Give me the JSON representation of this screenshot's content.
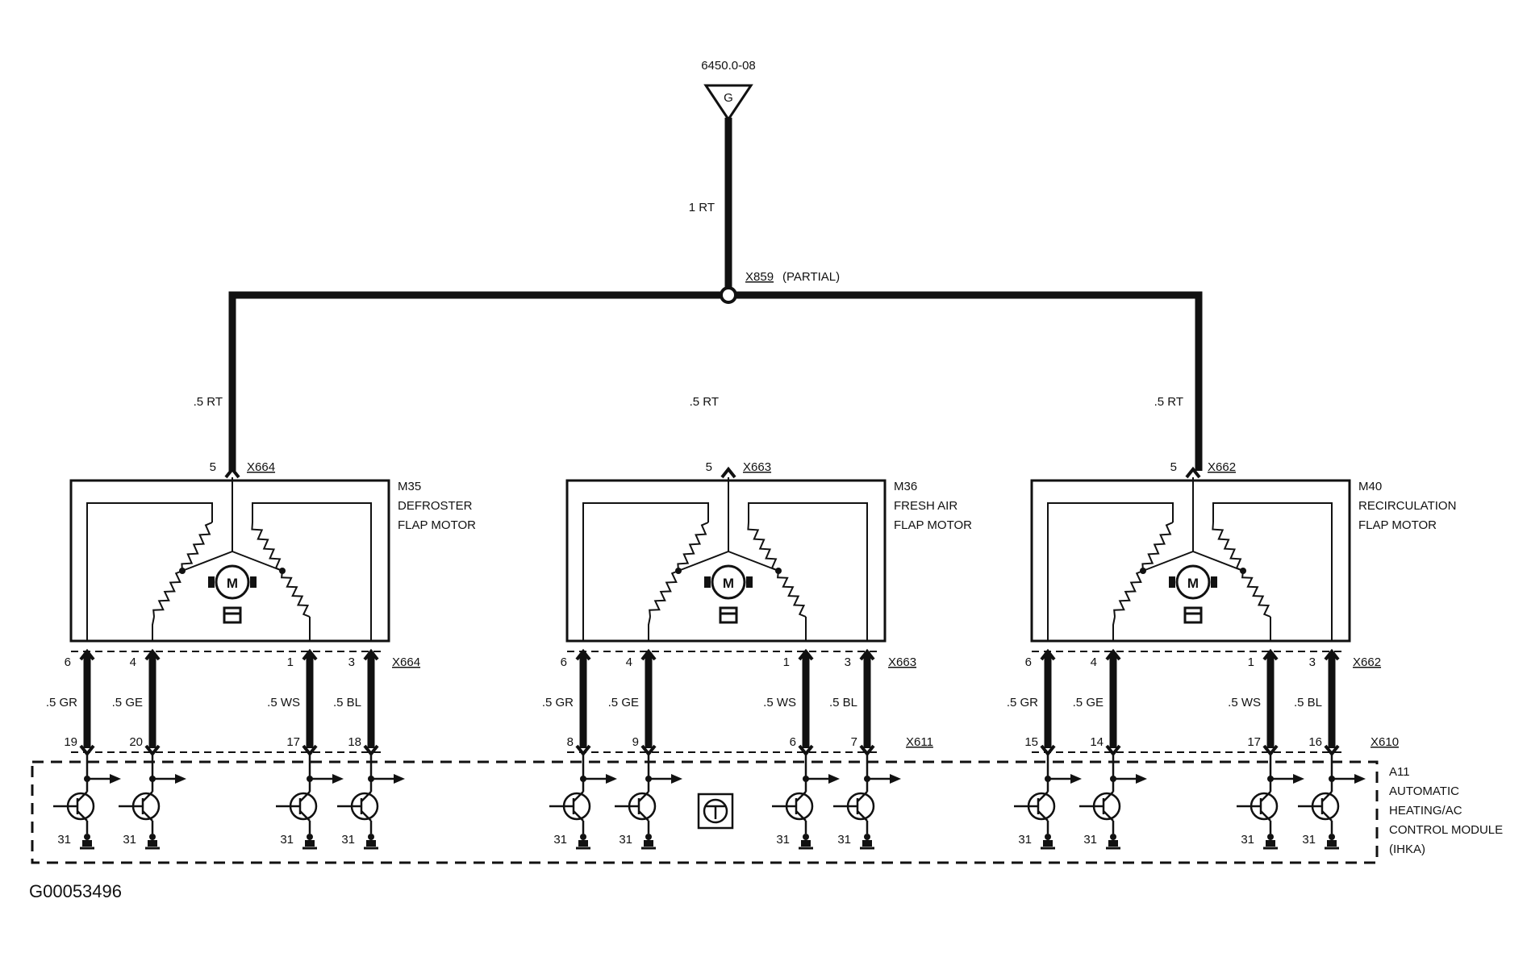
{
  "source": {
    "ref": "6450.0-08",
    "glyph": "G"
  },
  "feed_wire": "1 RT",
  "splice": {
    "name": "X859",
    "suffix": "(PARTIAL)"
  },
  "motors": [
    {
      "id": "M35",
      "line1": "DEFROSTER",
      "line2": "FLAP MOTOR",
      "supply_wire": ".5 RT",
      "supply_pin": "5",
      "motor_connector": "X664",
      "module_connector": "",
      "pins": [
        {
          "top": "6",
          "wire": ".5 GR",
          "bottom": "19"
        },
        {
          "top": "4",
          "wire": ".5 GE",
          "bottom": "20"
        },
        {
          "top": "1",
          "wire": ".5 WS",
          "bottom": "17"
        },
        {
          "top": "3",
          "wire": ".5 BL",
          "bottom": "18"
        }
      ]
    },
    {
      "id": "M36",
      "line1": "FRESH AIR",
      "line2": "FLAP MOTOR",
      "supply_wire": ".5 RT",
      "supply_pin": "5",
      "motor_connector": "X663",
      "module_connector": "X611",
      "pins": [
        {
          "top": "6",
          "wire": ".5 GR",
          "bottom": "8"
        },
        {
          "top": "4",
          "wire": ".5 GE",
          "bottom": "9"
        },
        {
          "top": "1",
          "wire": ".5 WS",
          "bottom": "6"
        },
        {
          "top": "3",
          "wire": ".5 BL",
          "bottom": "7"
        }
      ]
    },
    {
      "id": "M40",
      "line1": "RECIRCULATION",
      "line2": "FLAP MOTOR",
      "supply_wire": ".5 RT",
      "supply_pin": "5",
      "motor_connector": "X662",
      "module_connector": "X610",
      "pins": [
        {
          "top": "6",
          "wire": ".5 GR",
          "bottom": "15"
        },
        {
          "top": "4",
          "wire": ".5 GE",
          "bottom": "14"
        },
        {
          "top": "1",
          "wire": ".5 WS",
          "bottom": "17"
        },
        {
          "top": "3",
          "wire": ".5 BL",
          "bottom": "16"
        }
      ]
    }
  ],
  "ground_label": "31",
  "module": {
    "id": "A11",
    "lines": [
      "AUTOMATIC",
      "HEATING/AC",
      "CONTROL MODULE",
      "(IHKA)"
    ]
  },
  "figure_id": "G00053496",
  "colors": {
    "ink": "#111111",
    "background": "#ffffff"
  },
  "icons": [
    "ground-symbol",
    "transistor-symbol",
    "motor-symbol",
    "control-module-symbol"
  ]
}
